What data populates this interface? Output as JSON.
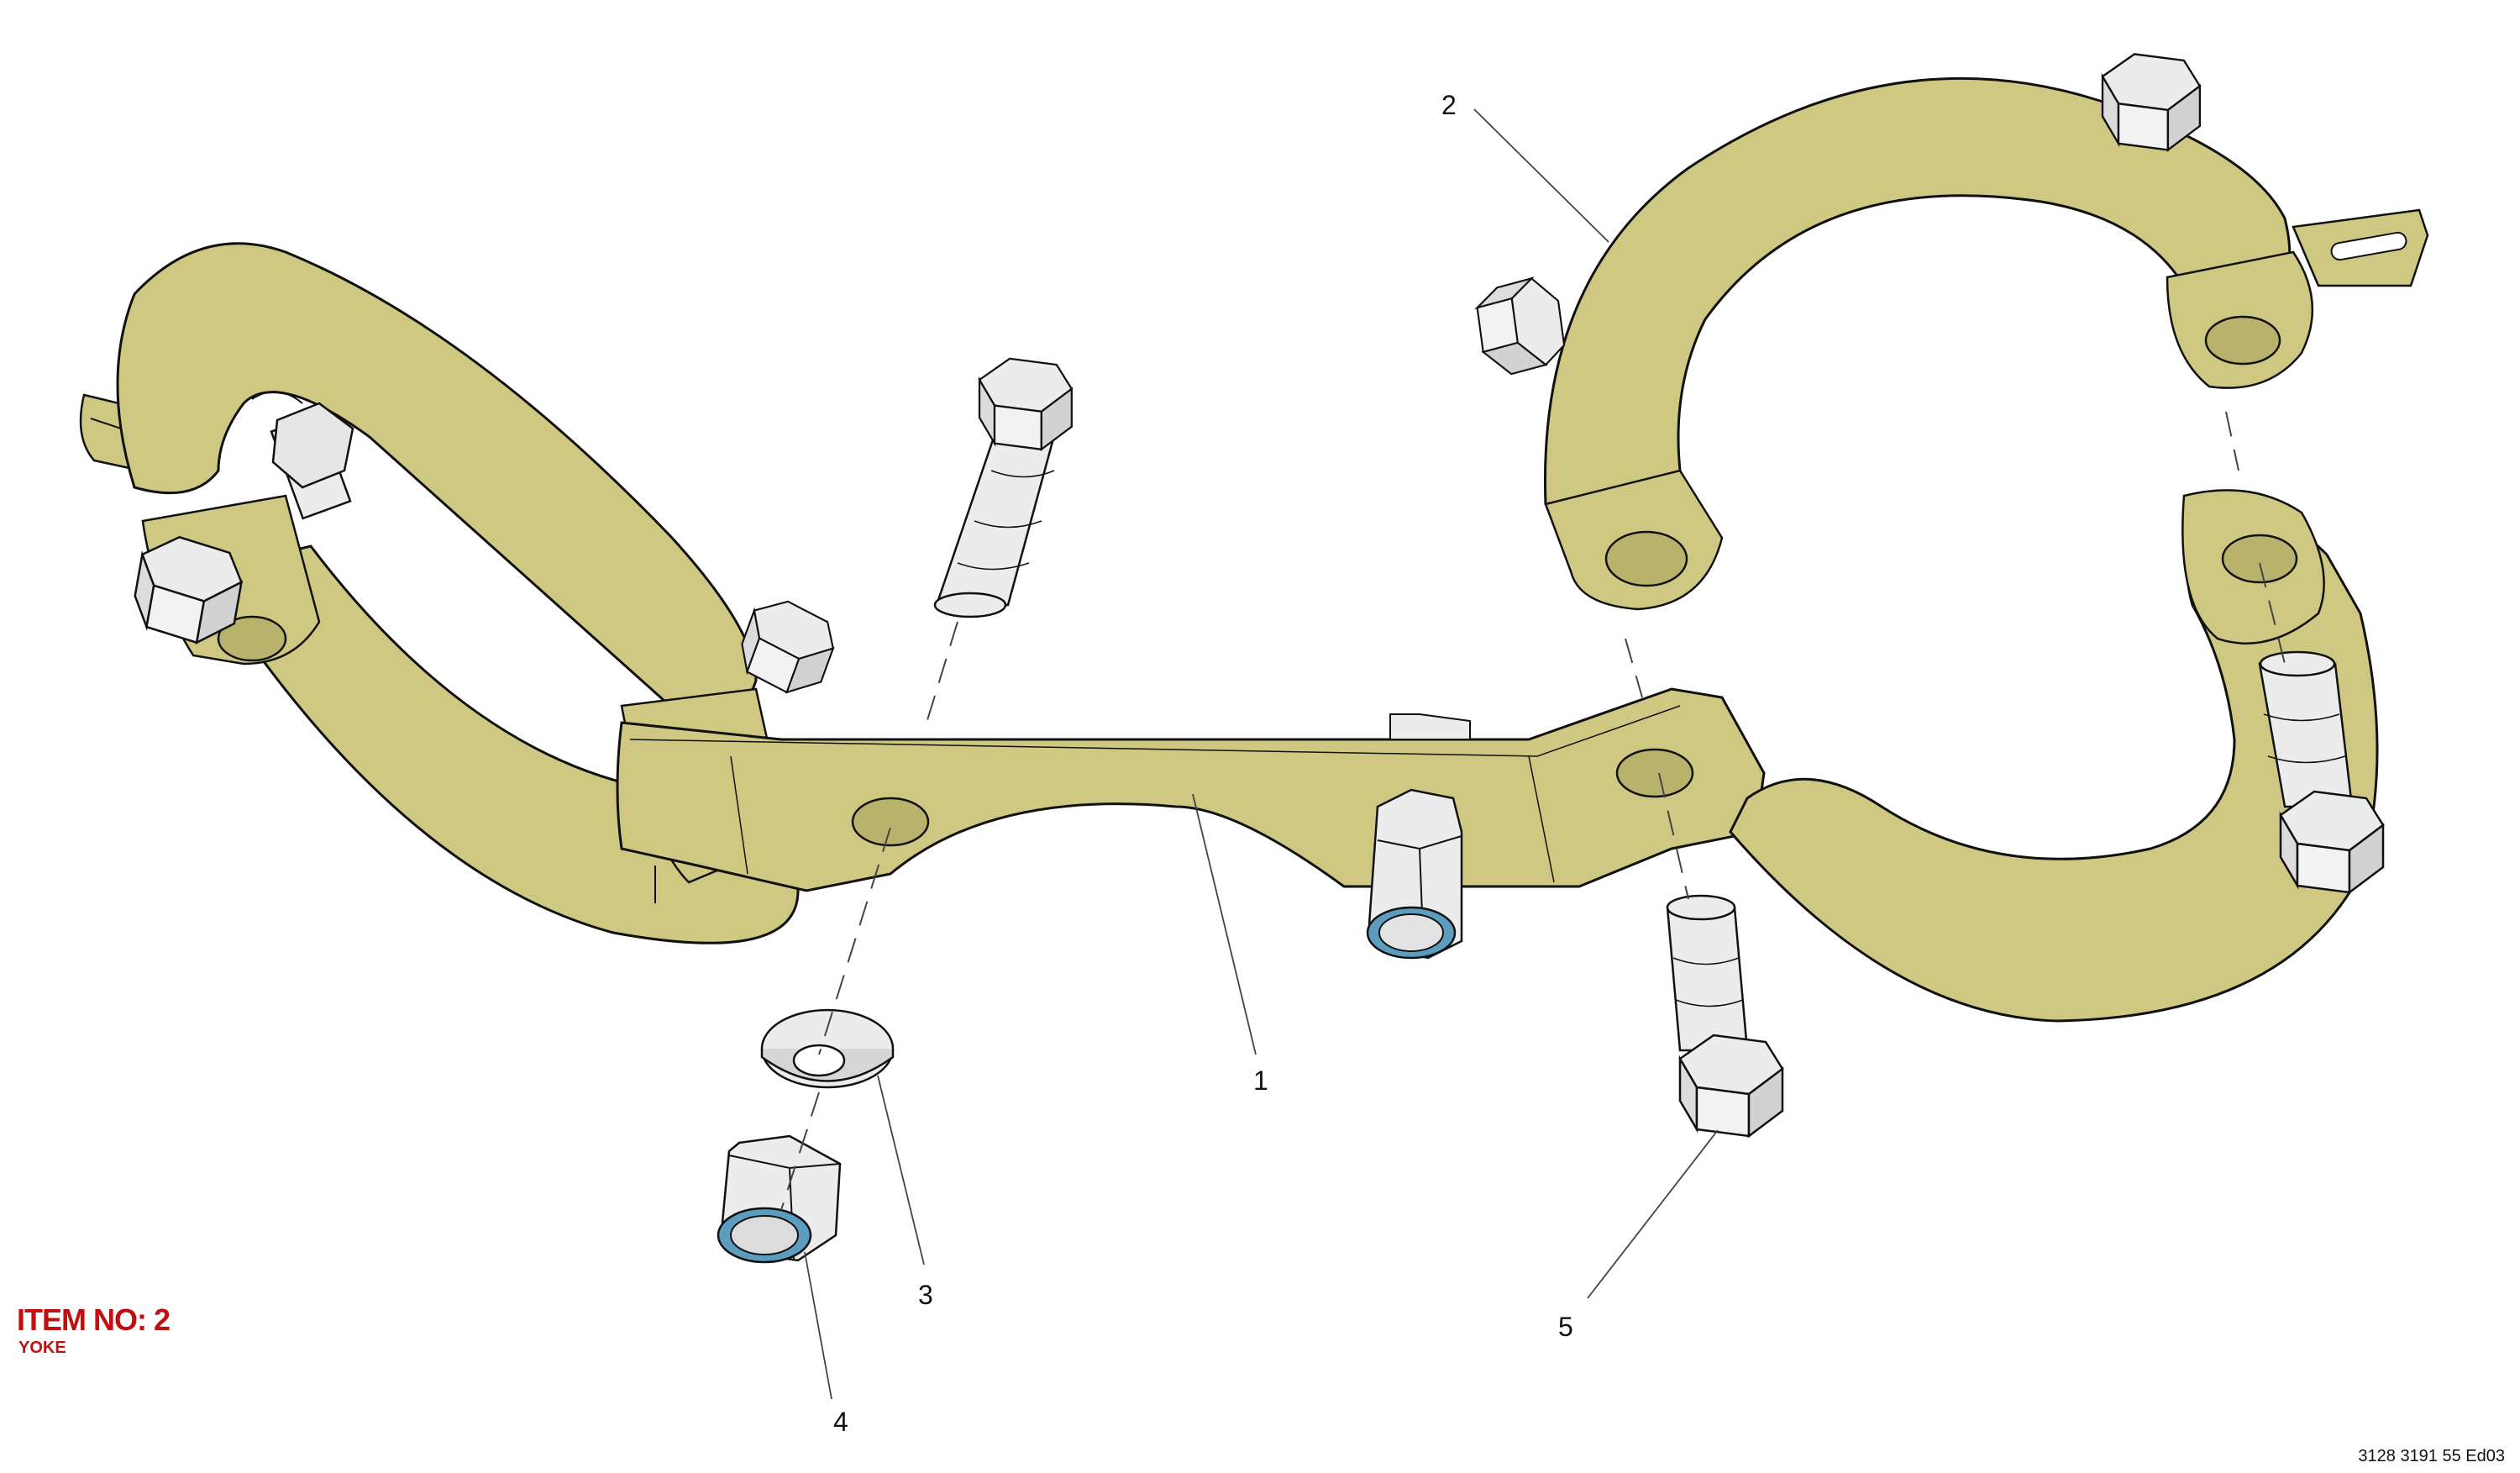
{
  "item": {
    "title": "ITEM NO: 2",
    "subtitle": "YOKE"
  },
  "drawing_ref": "3128 3191 55 Ed03",
  "callouts": [
    "1",
    "2",
    "3",
    "4",
    "5"
  ],
  "colors": {
    "yoke": "#cfc883",
    "yoke_inner": "#b9b26c",
    "hardware": "#ececec",
    "hardware_shade": "#d6d6d6",
    "lock_ring": "#5b9cbf",
    "outline": "#111111",
    "label_red": "#c01010"
  },
  "icons": [
    "hex-bolt",
    "hex-nut",
    "flat-washer"
  ]
}
